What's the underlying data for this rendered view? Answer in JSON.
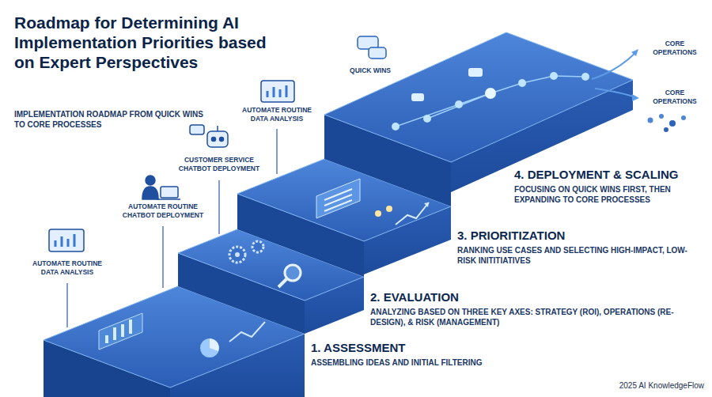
{
  "diagram": {
    "title": "Roadmap for Determining AI Implementation Priorities based on Expert Perspectives",
    "nodes": [
      {
        "text": [
          "1. ASSESSMENT",
          "ASSEMBLING IDEAS AND INITIAL FILTERING"
        ]
      },
      {
        "text": [
          "2. EVALUATION",
          "ANALYZING BASED ON THREE KEY AXES: STRATEGY (ROI), OPERATIONS (RE-DESIGN), & RISK (MANAGEMENT)"
        ]
      },
      {
        "text": [
          "3. PRIORITIZATION",
          "RANKING USE CASES AND SELECTING HIGH-IMPACT, LOW-RISK INITITIATIVES"
        ]
      },
      {
        "text": [
          "4. DEPLOYMENT & SCALING",
          "FOCUSING ON QUICK WINS FIRST, THEN EXPANDING TO CORE PROCESSES"
        ]
      }
    ],
    "labels": [
      "IMPLEMENTATION ROADMAP FROM QUICK WINS TO CORE PROCESSES",
      "AUTOMATE ROUTINE DATA ANALYSIS",
      "QUICK WINS",
      "CORE OPERATIONS",
      "CORE OPERATIONS",
      "CUSTOMER SERVICE CHATBOT DEPLOYMENT",
      "AUTOMATE ROUTINE CHATBOT DEPLOYMENT",
      "AUTOMATE ROUTINE DATA ANALYSIS",
      "2025 AI KnowledgeFlow"
    ]
  }
}
